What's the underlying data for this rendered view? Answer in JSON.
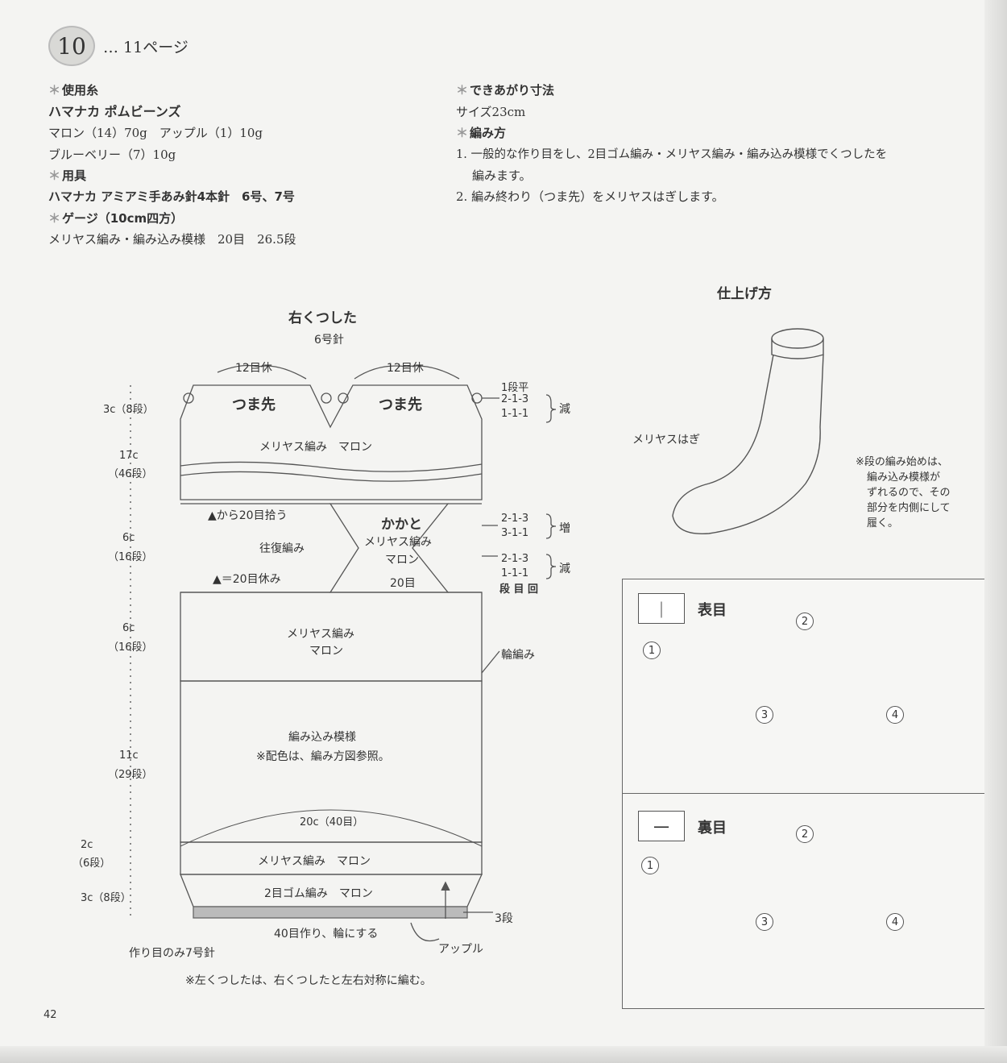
{
  "header": {
    "pattern_number": "10",
    "page_ref": "… 11ページ"
  },
  "left_info": {
    "yarn_label": "使用糸",
    "yarn_name": "ハマナカ ポムビーンズ",
    "yarn_line1": "マロン（14）70g　アップル（1）10g",
    "yarn_line2": "ブルーベリー（7）10g",
    "tools_label": "用具",
    "tools_line": "ハマナカ アミアミ手あみ針4本針　6号、7号",
    "gauge_label": "ゲージ（10cm四方）",
    "gauge_line": "メリヤス編み・編み込み模様　20目　26.5段"
  },
  "right_info": {
    "size_label": "できあがり寸法",
    "size_line": "サイズ23cm",
    "method_label": "編み方",
    "step1a": "1. 一般的な作り目をし、2目ゴム編み・メリヤス編み・編み込み模様でくつしたを",
    "step1b": "編みます。",
    "step2": "2. 編み終わり（つま先）をメリヤスはぎします。"
  },
  "diagram": {
    "title": "右くつした",
    "needle": "6号針",
    "rest_left": "12目休",
    "rest_right": "12目休",
    "toe_left": "つま先",
    "toe_right": "つま先",
    "toe_rows": [
      "1段平",
      "2-1-3",
      "1-1-1"
    ],
    "dec_label": "減",
    "toe_body": "メリヤス編み　マロン",
    "heel_pickup": "▲から20目拾う",
    "heel_title": "かかと",
    "heel_body1": "メリヤス編み",
    "heel_body2": "マロン",
    "heel_inc_rows": [
      "2-1-3",
      "3-1-1"
    ],
    "inc_label": "増",
    "heel_dec_rows": [
      "2-1-3",
      "1-1-1"
    ],
    "row_header": "段 目 回",
    "back_forth": "往復編み",
    "rest20": "▲＝20目休み",
    "heel_count": "20目",
    "leg_body1": "メリヤス編み",
    "leg_body2": "マロン",
    "round_knit": "輪編み",
    "fair_isle1": "編み込み模様",
    "fair_isle2": "※配色は、編み方図参照。",
    "width_label": "20c（40目）",
    "stockinette": "メリヤス編み　マロン",
    "rib": "2目ゴム編み　マロン",
    "three_rows": "3段",
    "cast_on": "40目作り、輪にする",
    "apple": "アップル",
    "cast_needle": "作り目のみ7号針",
    "note": "※左くつしたは、右くつしたと左右対称に編む。",
    "dims": [
      {
        "a": "3c（8段）"
      },
      {
        "a": "17c",
        "b": "（46段）"
      },
      {
        "a": "6c",
        "b": "（16段）"
      },
      {
        "a": "6c",
        "b": "（16段）"
      },
      {
        "a": "11c",
        "b": "（29段）"
      },
      {
        "a": "2c",
        "b": "（6段）"
      },
      {
        "a": "3c（8段）"
      }
    ]
  },
  "finishing": {
    "title": "仕上げ方",
    "graft": "メリヤスはぎ",
    "note": [
      "※段の編み始めは、",
      "編み込み模様が",
      "ずれるので、その",
      "部分を内側にして",
      "履く。"
    ]
  },
  "legend": {
    "knit_symbol": "｜",
    "knit_label": "表目",
    "purl_symbol": "—",
    "purl_label": "裏目",
    "steps": [
      "1",
      "2",
      "3",
      "4"
    ]
  },
  "page_number": "42"
}
